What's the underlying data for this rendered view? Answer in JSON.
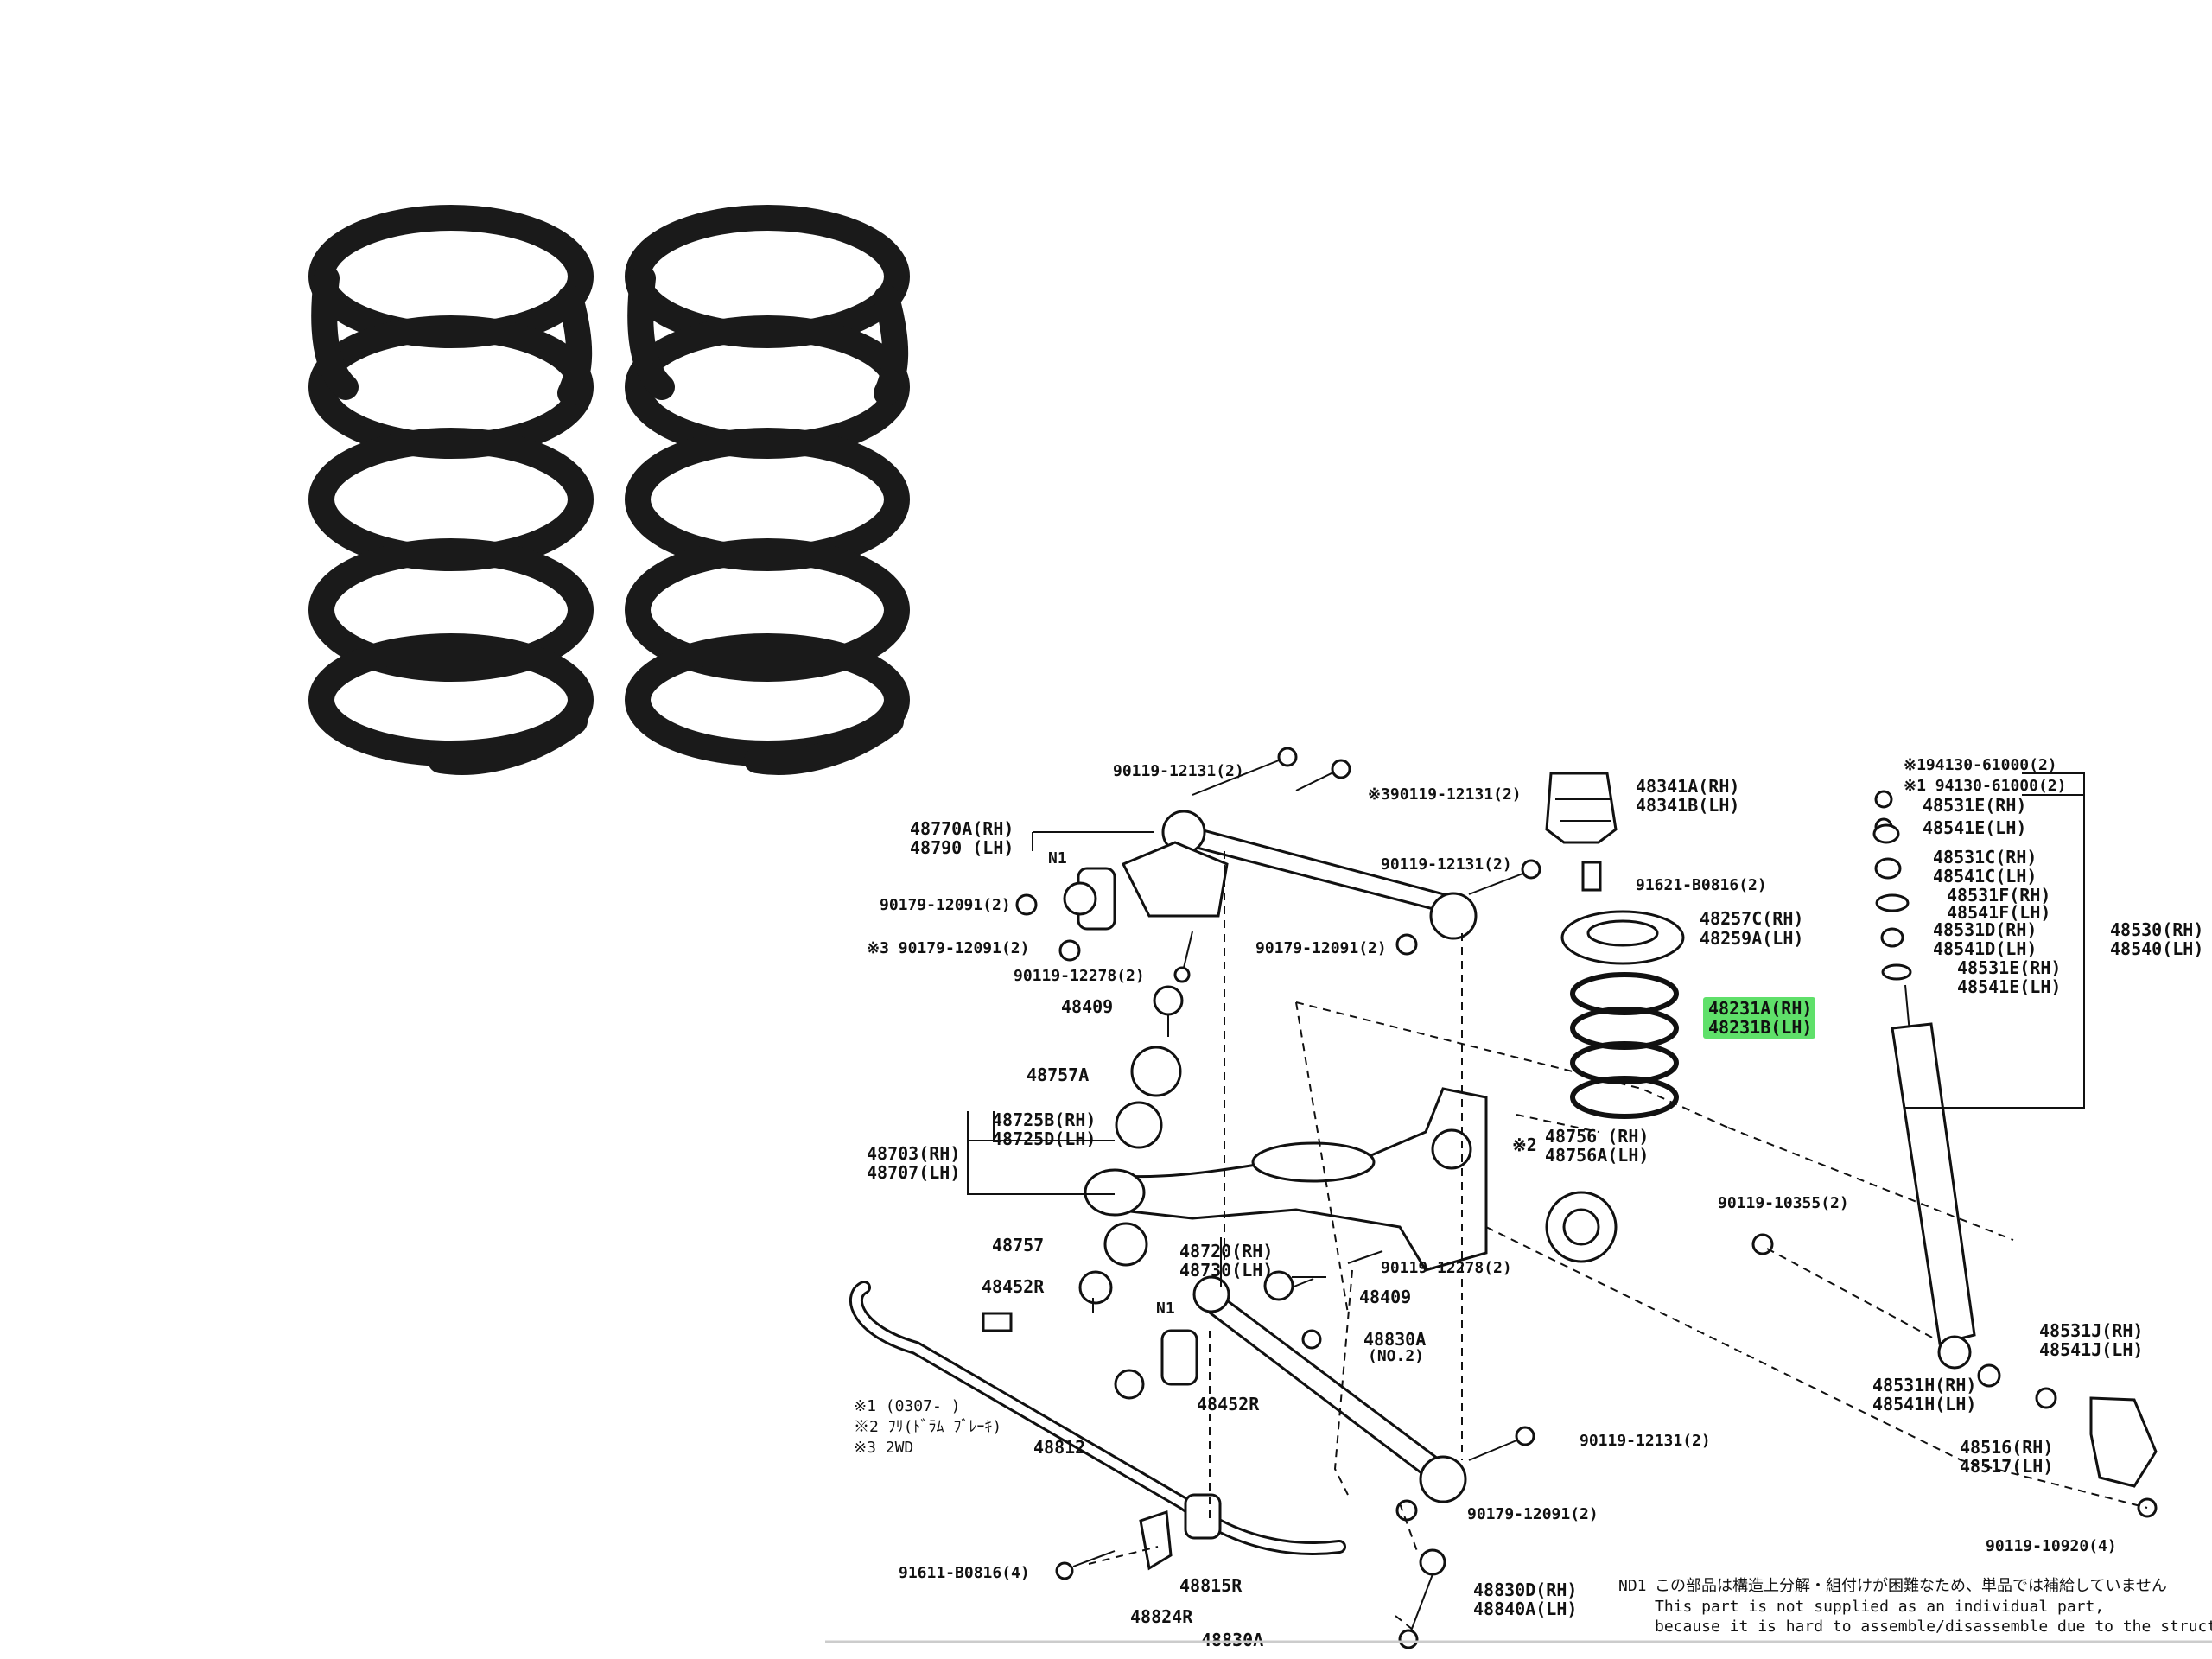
{
  "colors": {
    "highlight": "#5fe06a",
    "ink": "#111111",
    "spring": "#1a1a1a"
  },
  "labels": {
    "p1": "90119-12131(2)",
    "p2": "※390119-12131(2)",
    "p3": "48341A(RH)",
    "p4": "48341B(LH)",
    "p5": "※194130-61000(2)",
    "p6": "※1 94130-61000(2)",
    "p7": "48531E(RH)",
    "p8": "48541E(LH)",
    "p9": "48770A(RH)",
    "p10": "48790  (LH)",
    "p11": "N1",
    "p12": "90119-12131(2)",
    "p13": "91621-B0816(2)",
    "p14": "48531C(RH)",
    "p15": "48541C(LH)",
    "p16": "48531F(RH)",
    "p17": "48541F(LH)",
    "p18": "90179-12091(2)",
    "p19": "48257C(RH)",
    "p20": "48259A(LH)",
    "p21": "48531D(RH)",
    "p22": "48541D(LH)",
    "p23": "48530(RH)",
    "p24": "48540(LH)",
    "p25": "※3 90179-12091(2)",
    "p26": "90179-12091(2)",
    "p27": "48531E(RH)",
    "p28": "48541E(LH)",
    "p29": "90119-12278(2)",
    "p30": "48231A(RH)",
    "p31": "48231B(LH)",
    "p32": "48409",
    "p33": "48757A",
    "p34": "48725B(RH)",
    "p35": "48725D(LH)",
    "p36": "48756  (RH)",
    "p37": "48756A(LH)",
    "p38": "※2",
    "p39": "48703(RH)",
    "p40": "48707(LH)",
    "p41": "90119-10355(2)",
    "p42": "48757",
    "p43": "48720(RH)",
    "p44": "48730(LH)",
    "p45": "90119-12278(2)",
    "p46": "48452R",
    "p47": "48409",
    "p48": "N1",
    "p49": "48830A",
    "p50": "(NO.2)",
    "p51": "48531J(RH)",
    "p52": "48541J(LH)",
    "p53": "48452R",
    "p54": "※1  (0307-     )",
    "p55": "※2 ﾌﾘ(ﾄﾞﾗﾑ ﾌﾞﾚｰｷ)",
    "p56": "※3  2WD",
    "p57": "48812",
    "p58": "90119-12131(2)",
    "p59": "48531H(RH)",
    "p60": "48541H(LH)",
    "p61": "48516(RH)",
    "p62": "48517(LH)",
    "p63": "90179-12091(2)",
    "p64": "90119-10920(4)",
    "p65": "91611-B0816(4)",
    "p66": "48815R",
    "p67": "48830D(RH)",
    "p68": "48840A(LH)",
    "p69": "48824R",
    "p70": "48830A",
    "n1": "ND1",
    "n2": "この部品は構造上分解・組付けが困難なため、単品では補給していません",
    "n3": "This part is not supplied as an individual part,",
    "n4": "because it is hard to assemble/disassemble due to the structure"
  }
}
